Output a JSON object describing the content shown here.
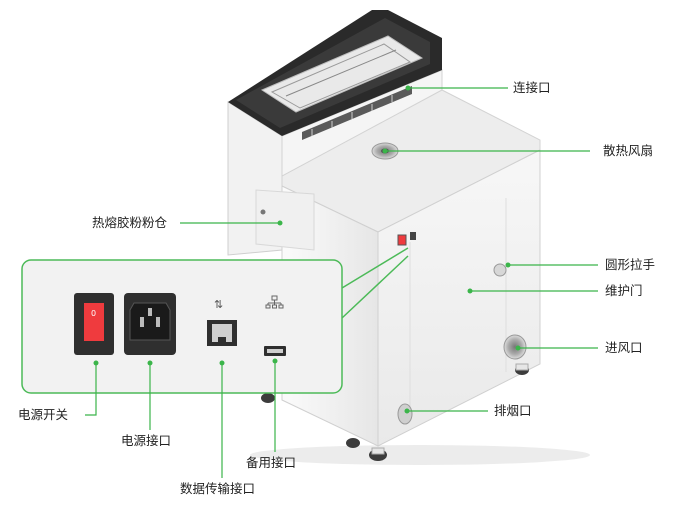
{
  "callouts": {
    "connection_port": "连接口",
    "cooling_fan": "散热风扇",
    "hot_melt_powder_bin": "热熔胶粉粉仓",
    "round_handle": "圆形拉手",
    "maintenance_door": "维护门",
    "air_inlet": "进风口",
    "smoke_exhaust_port": "排烟口",
    "power_switch": "电源开关",
    "power_port": "电源接口",
    "data_transfer_port": "数据传输接口",
    "spare_port": "备用接口"
  },
  "colors": {
    "leader_line": "#3bb54a",
    "panel_border": "#4cba58",
    "panel_fill": "#f2f2f2",
    "switch_red": "#ef3b3e",
    "machine_body": "#f4f4f4",
    "top_cover": "#2a2a2a"
  },
  "icons": {
    "data_port_symbol": "updown-arrows-icon",
    "spare_port_symbol": "network-tree-icon"
  }
}
